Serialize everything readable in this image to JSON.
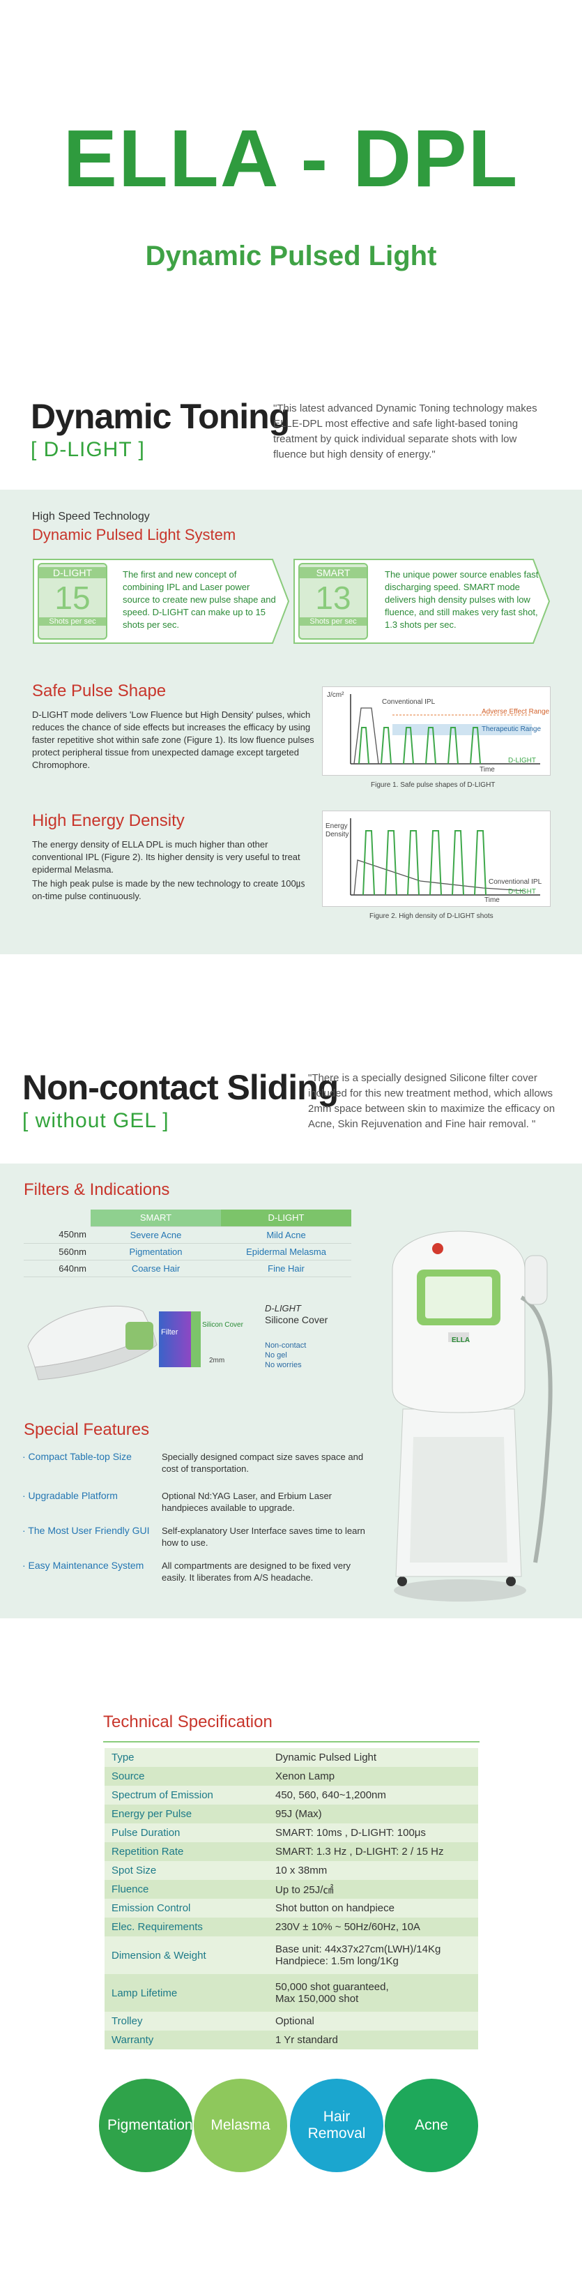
{
  "hero": {
    "title": "ELLA - DPL",
    "subtitle": "Dynamic Pulsed Light"
  },
  "toning": {
    "heading": "Dynamic Toning",
    "bracket": "[ D-LIGHT ]",
    "quote": "\"This latest advanced Dynamic Toning technology makes ELLE-DPL most effective and safe light-based toning treatment by quick individual separate shots with low fluence but high density of energy.\""
  },
  "system": {
    "small": "High Speed Technology",
    "title": "Dynamic Pulsed Light System",
    "dlight": {
      "tag": "D-LIGHT",
      "number": "15",
      "unit": "Shots per sec",
      "text": "The first and new concept of combining IPL and Laser power source to create new pulse shape and speed. D-LIGHT can make up to 15 shots per sec."
    },
    "smart": {
      "tag": "SMART",
      "number": "13",
      "unit": "Shots per sec",
      "text": "The unique power source enables fast discharging speed. SMART mode delivers high density pulses with low fluence, and still makes very fast shot, 1.3 shots per sec."
    }
  },
  "safe_pulse": {
    "title": "Safe Pulse Shape",
    "text": "D-LIGHT mode delivers 'Low Fluence but High Density' pulses, which reduces the chance of side effects but increases the efficacy by using faster repetitive shot within safe zone (Figure 1). Its low fluence pulses protect peripheral tissue from unexpected damage except targeted Chromophore.",
    "figure": {
      "ylabel": "J/cm²",
      "conventional": "Conventional IPL",
      "adverse": "Adverse Effect Range",
      "therapeutic": "Therapeutic Range",
      "xlabel": "Time",
      "dlight": "D-LIGHT",
      "caption": "Figure 1. Safe pulse shapes of D-LIGHT"
    }
  },
  "high_energy": {
    "title": "High Energy Density",
    "text1": "The energy density of ELLA DPL is much higher than other conventional IPL (Figure 2). Its higher density is very useful to treat epidermal Melasma.",
    "text2": "The high peak pulse is made by the new technology to create 100㎲ on-time pulse continuously.",
    "figure": {
      "ylabel": "Energy Density",
      "conventional": "Conventional IPL",
      "xlabel": "Time",
      "dlight": "D-LIGHT",
      "caption": "Figure 2. High density of D-LIGHT shots"
    }
  },
  "sliding": {
    "heading": "Non-contact Sliding",
    "bracket": "[ without GEL ]",
    "quote": "\"There is a specially designed Silicone filter cover included for this new treatment method, which allows  2mm space between skin to maximize the efficacy on Acne, Skin Rejuvenation and Fine hair removal. \""
  },
  "filters": {
    "title": "Filters & Indications",
    "col_smart": "SMART",
    "col_dlight": "D-LIGHT",
    "rows": [
      {
        "wave": "450nm",
        "smart": "Severe Acne",
        "dlight": "Mild Acne"
      },
      {
        "wave": "560nm",
        "smart": "Pigmentation",
        "dlight": "Epidermal Melasma"
      },
      {
        "wave": "640nm",
        "smart": "Coarse Hair",
        "dlight": "Fine Hair"
      }
    ]
  },
  "cover": {
    "filter": "Filter",
    "silicon": "Silicon Cover",
    "gap": "2mm",
    "title1": "D-LIGHT",
    "title2": "Silicone Cover",
    "notes": [
      "Non-contact",
      "No gel",
      "No worries"
    ]
  },
  "device": {
    "brand": "ELLA"
  },
  "special": {
    "title": "Special Features",
    "items": [
      {
        "label": "· Compact Table-top Size",
        "desc": "Specially designed compact size saves space and cost of transportation."
      },
      {
        "label": "· Upgradable Platform",
        "desc": "Optional Nd:YAG Laser, and Erbium Laser handpieces available to upgrade."
      },
      {
        "label": "· The Most User Friendly GUI",
        "desc": "Self-explanatory User Interface saves time to learn how to use."
      },
      {
        "label": "· Easy Maintenance System",
        "desc": "All compartments are designed to be fixed very easily. It liberates from A/S headache."
      }
    ]
  },
  "spec": {
    "title": "Technical Specification",
    "rows": [
      {
        "k": "Type",
        "v": [
          "Dynamic Pulsed Light"
        ]
      },
      {
        "k": "Source",
        "v": [
          "Xenon Lamp"
        ]
      },
      {
        "k": "Spectrum of Emission",
        "v": [
          "450, 560, 640~1,200nm"
        ]
      },
      {
        "k": "Energy per Pulse",
        "v": [
          "95J (Max)"
        ]
      },
      {
        "k": "Pulse Duration",
        "v": [
          "SMART: 10ms , D-LIGHT: 100μs"
        ]
      },
      {
        "k": "Repetition Rate",
        "v": [
          "SMART: 1.3 Hz , D-LIGHT: 2 / 15 Hz"
        ]
      },
      {
        "k": "Spot Size",
        "v": [
          "10 x 38mm"
        ]
      },
      {
        "k": "Fluence",
        "v": [
          "Up to 25J/㎠"
        ]
      },
      {
        "k": "Emission Control",
        "v": [
          "Shot button on handpiece"
        ]
      },
      {
        "k": "Elec. Requirements",
        "v": [
          "230V ± 10% ~ 50Hz/60Hz, 10A"
        ]
      },
      {
        "k": "Dimension & Weight",
        "v": [
          "Base unit: 44x37x27cm(LWH)/14Kg",
          "Handpiece: 1.5m long/1Kg"
        ]
      },
      {
        "k": "Lamp Lifetime",
        "v": [
          "50,000 shot guaranteed,",
          "Max 150,000 shot"
        ]
      },
      {
        "k": "Trolley",
        "v": [
          "Optional"
        ]
      },
      {
        "k": "Warranty",
        "v": [
          "1 Yr standard"
        ]
      }
    ]
  },
  "circles": [
    {
      "label": "Pigmentation",
      "color": "#2fa34a"
    },
    {
      "label": "Melasma",
      "color": "#8ec85c"
    },
    {
      "label": "Hair Removal",
      "color": "#1ba6cf"
    },
    {
      "label": "Acne",
      "color": "#1ea85a"
    }
  ]
}
